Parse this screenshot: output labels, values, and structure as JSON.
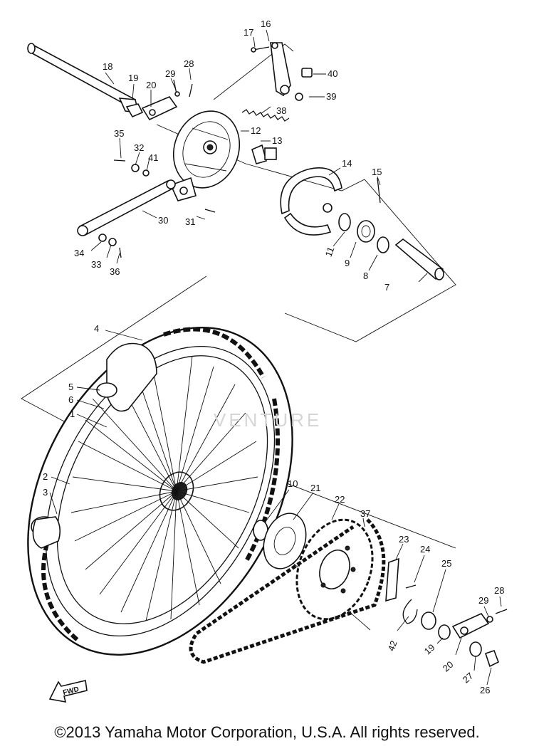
{
  "diagram": {
    "footer": "©2013 Yamaha Motor Corporation, U.S.A. All rights reserved.",
    "watermark": "VENTURE",
    "fwd_label": "FWD",
    "callouts": [
      "1",
      "2",
      "3",
      "4",
      "5",
      "6",
      "7",
      "8",
      "9",
      "10",
      "11",
      "12",
      "13",
      "14",
      "15",
      "16",
      "17",
      "18",
      "19",
      "20",
      "21",
      "22",
      "23",
      "24",
      "25",
      "26",
      "27",
      "28",
      "29",
      "30",
      "31",
      "32",
      "33",
      "34",
      "35",
      "36",
      "37",
      "38",
      "39",
      "40",
      "41",
      "42"
    ]
  }
}
